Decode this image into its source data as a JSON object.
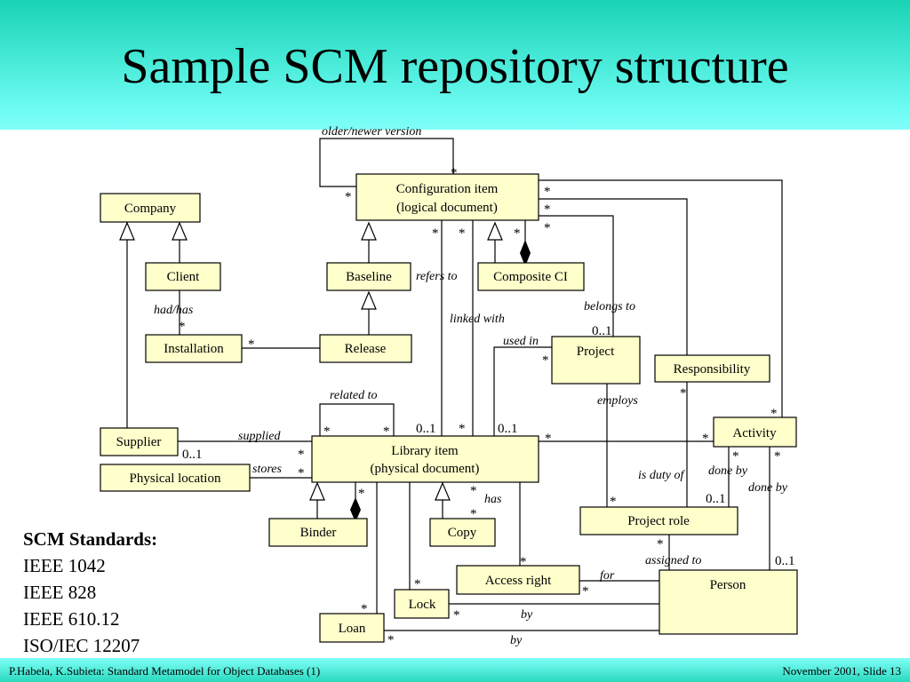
{
  "slide": {
    "title": "Sample SCM repository structure",
    "footer_left": "P.Habela, K.Subieta: Standard Metamodel for Object Databases (1)",
    "footer_right": "November 2001, Slide 13"
  },
  "standards": {
    "heading": "SCM Standards:",
    "items": [
      "IEEE 1042",
      "IEEE 828",
      "IEEE 610.12",
      "ISO/IEC 12207"
    ]
  },
  "classes": {
    "configuration_item": [
      "Configuration item",
      "(logical document)"
    ],
    "company": "Company",
    "client": "Client",
    "baseline": "Baseline",
    "composite_ci": "Composite CI",
    "installation": "Installation",
    "release": "Release",
    "project": "Project",
    "responsibility": "Responsibility",
    "supplier": "Supplier",
    "physical_location": "Physical location",
    "library_item": [
      "Library item",
      "(physical document)"
    ],
    "activity": "Activity",
    "binder": "Binder",
    "copy": "Copy",
    "project_role": "Project role",
    "access_right": "Access right",
    "person": "Person",
    "lock": "Lock",
    "loan": "Loan"
  },
  "associations": {
    "older_newer_version": "older/newer version",
    "refers_to": "refers to",
    "linked_with": "linked with",
    "belongs_to": "belongs to",
    "used_in": "used in",
    "had_has": "had/has",
    "related_to": "related to",
    "employs": "employs",
    "supplied": "supplied",
    "stores": "stores",
    "is_duty_of": "is duty of",
    "done_by_1": "done by",
    "done_by_2": "done by",
    "has": "has",
    "assigned_to": "assigned to",
    "for": "for",
    "by_1": "by",
    "by_2": "by"
  },
  "multiplicity": {
    "many": "*",
    "zero_one": "0..1"
  }
}
